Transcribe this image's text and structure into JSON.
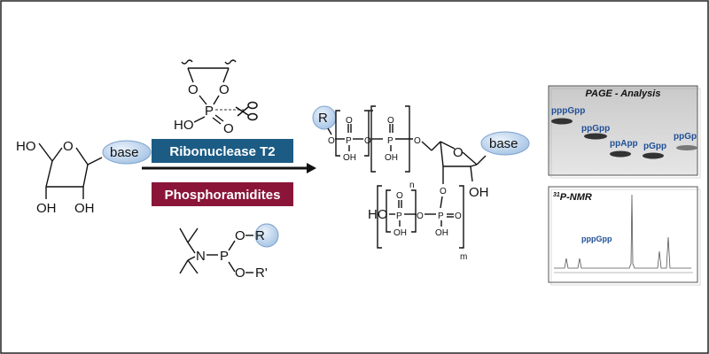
{
  "nucleoside": {
    "hydroxyl_5prime": "HO",
    "ring_oxygen": "O",
    "hydroxyl_3prime": "OH",
    "hydroxyl_2prime": "OH",
    "base_label": "base"
  },
  "cyclic_phosphate": {
    "oxygen_left": "O",
    "oxygen_right": "O",
    "phosphorus": "P",
    "hydroxyl": "HO",
    "double_bond_oxygen": "O"
  },
  "methods": {
    "enzyme_label": "Ribonuclease T2",
    "enzyme_color": "#1b5b84",
    "reagent_label": "Phosphoramidites",
    "reagent_color": "#8a1538"
  },
  "phosphoramidite": {
    "nitrogen": "N",
    "phosphorus": "P",
    "oxygen_top": "O",
    "r_group": "R",
    "oxygen_bottom": "O",
    "r_prime_group": "R'"
  },
  "product": {
    "r_group": "R",
    "base_label": "base",
    "repeat_n": "n",
    "repeat_m": "m",
    "ring_oxygen": "O",
    "hydroxyl_2prime": "OH",
    "ho_label": "HO"
  },
  "page_panel": {
    "title": "PAGE - Analysis",
    "bands": [
      "pppGpp",
      "ppGpp",
      "ppApp",
      "pGpp",
      "ppGp"
    ]
  },
  "nmr_panel": {
    "title_sup": "31",
    "title_main": "P-NMR",
    "peak_label": "pppGpp"
  }
}
